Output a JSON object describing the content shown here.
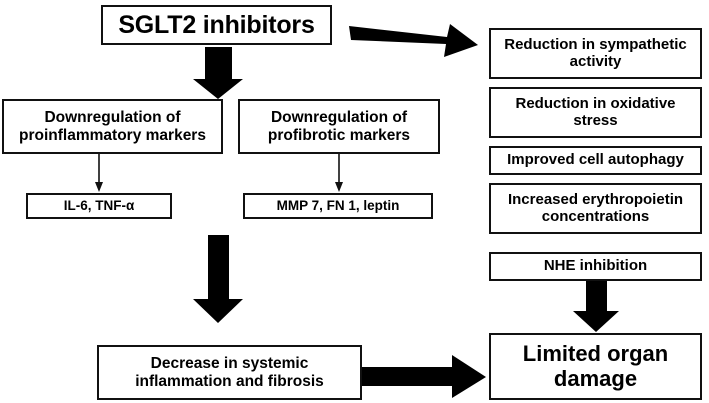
{
  "diagram": {
    "title_box": {
      "label": "SGLT2 inhibitors"
    },
    "pathway_boxes": [
      {
        "label": "Downregulation of proinflammatory markers"
      },
      {
        "label": "Downregulation of profibrotic markers"
      }
    ],
    "marker_boxes": [
      {
        "label": "IL-6, TNF-α"
      },
      {
        "label": "MMP 7, FN 1, leptin"
      }
    ],
    "right_effect_boxes": [
      {
        "label": "Reduction in sympathetic activity"
      },
      {
        "label": "Reduction in oxidative stress"
      },
      {
        "label": "Improved cell autophagy"
      },
      {
        "label": "Increased erythropoietin concentrations"
      },
      {
        "label": "NHE inhibition"
      }
    ],
    "bottom_box": {
      "label": "Decrease in systemic inflammation and fibrosis"
    },
    "outcome_box": {
      "label": "Limited organ damage"
    },
    "arrows": [
      {
        "name": "arrow-title-to-right-effects",
        "style": "block",
        "direction": "right-down"
      },
      {
        "name": "arrow-title-to-pathways",
        "style": "block",
        "direction": "down"
      },
      {
        "name": "arrow-proinflammatory-to-markers",
        "style": "thin",
        "direction": "down"
      },
      {
        "name": "arrow-profibrotic-to-markers",
        "style": "thin",
        "direction": "down"
      },
      {
        "name": "arrow-pathways-to-bottom",
        "style": "block",
        "direction": "down"
      },
      {
        "name": "arrow-bottom-to-outcome",
        "style": "block",
        "direction": "right"
      },
      {
        "name": "arrow-effects-to-outcome",
        "style": "block",
        "direction": "down"
      }
    ],
    "colors": {
      "stroke": "#111111",
      "fill": "#ffffff",
      "arrow": "#000000"
    }
  }
}
